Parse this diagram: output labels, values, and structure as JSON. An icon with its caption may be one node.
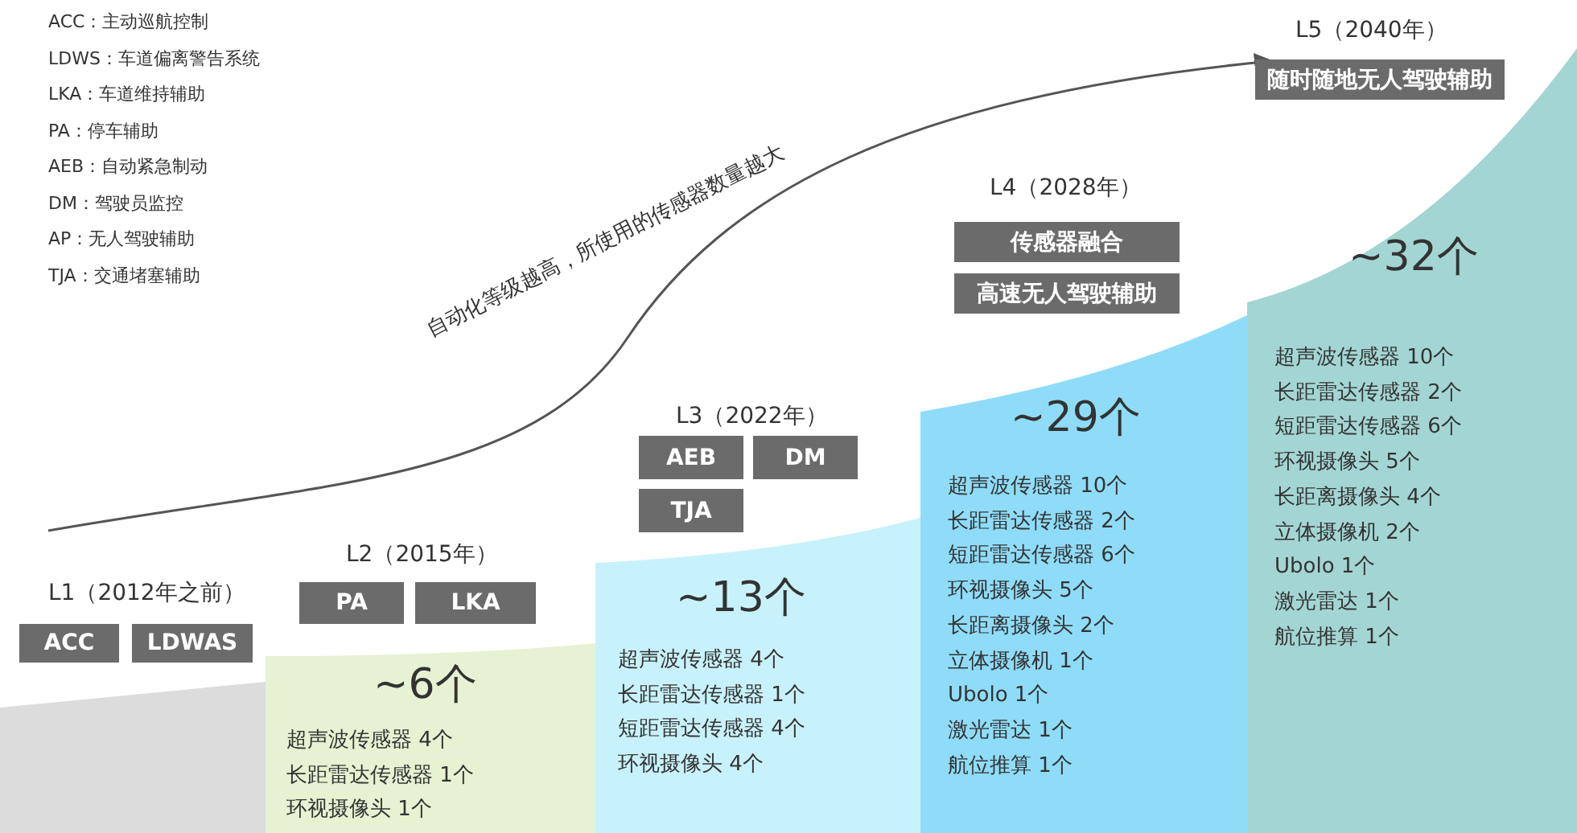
{
  "diagram": {
    "nodes": [
      {
        "text": [],
        "shape": "band"
      },
      {
        "text": [
          "ACC"
        ]
      },
      {
        "text": [
          "LDWAS"
        ]
      },
      {
        "text": [
          "~6个",
          "超声波传感器 4个",
          "长距雷达传感器 1个",
          "环视摄像头 1个"
        ]
      },
      {
        "text": [
          "PA"
        ]
      },
      {
        "text": [
          "LKA"
        ]
      },
      {
        "text": [
          "~13个",
          "超声波传感器 4个",
          "长距雷达传感器 1个",
          "短距雷达传感器 4个",
          "环视摄像头 4个"
        ]
      },
      {
        "text": [
          "AEB"
        ]
      },
      {
        "text": [
          "DM"
        ]
      },
      {
        "text": [
          "TJA"
        ]
      },
      {
        "text": [
          "~29个",
          "超声波传感器 10个",
          "长距雷达传感器 2个",
          "短距雷达传感器 6个",
          "环视摄像头 5个",
          "长距离摄像头 2个",
          "立体摄像机 1个",
          "Ubolo 1个",
          "激光雷达 1个",
          "航位推算 1个"
        ]
      },
      {
        "text": [
          "传感器融合"
        ]
      },
      {
        "text": [
          "高速无人驾驶辅助"
        ]
      },
      {
        "text": [
          "~32个",
          "超声波传感器 10个",
          "长距雷达传感器 2个",
          "短距雷达传感器 6个",
          "环视摄像头 5个",
          "长距离摄像头 4个",
          "立体摄像机 2个",
          "Ubolo 1个",
          "激光雷达 1个",
          "航位推算 1个"
        ]
      },
      {
        "text": [
          "随时随地无人驾驶辅助"
        ]
      }
    ],
    "edges": [],
    "labels": [
      "ACC：主动巡航控制",
      "LDWS：车道偏离警告系统",
      "LKA：车道维持辅助",
      "PA：停车辅助",
      "AEB：自动紧急制动",
      "DM：驾驶员监控",
      "AP：无人驾驶辅助",
      "TJA：交通堵塞辅助",
      "自动化等级越高，所使用的传感器数量越大",
      "L1（2012年之前）",
      "L2（2015年）",
      "L3（2022年）",
      "L4（2028年）",
      "L5（2040年）"
    ]
  }
}
